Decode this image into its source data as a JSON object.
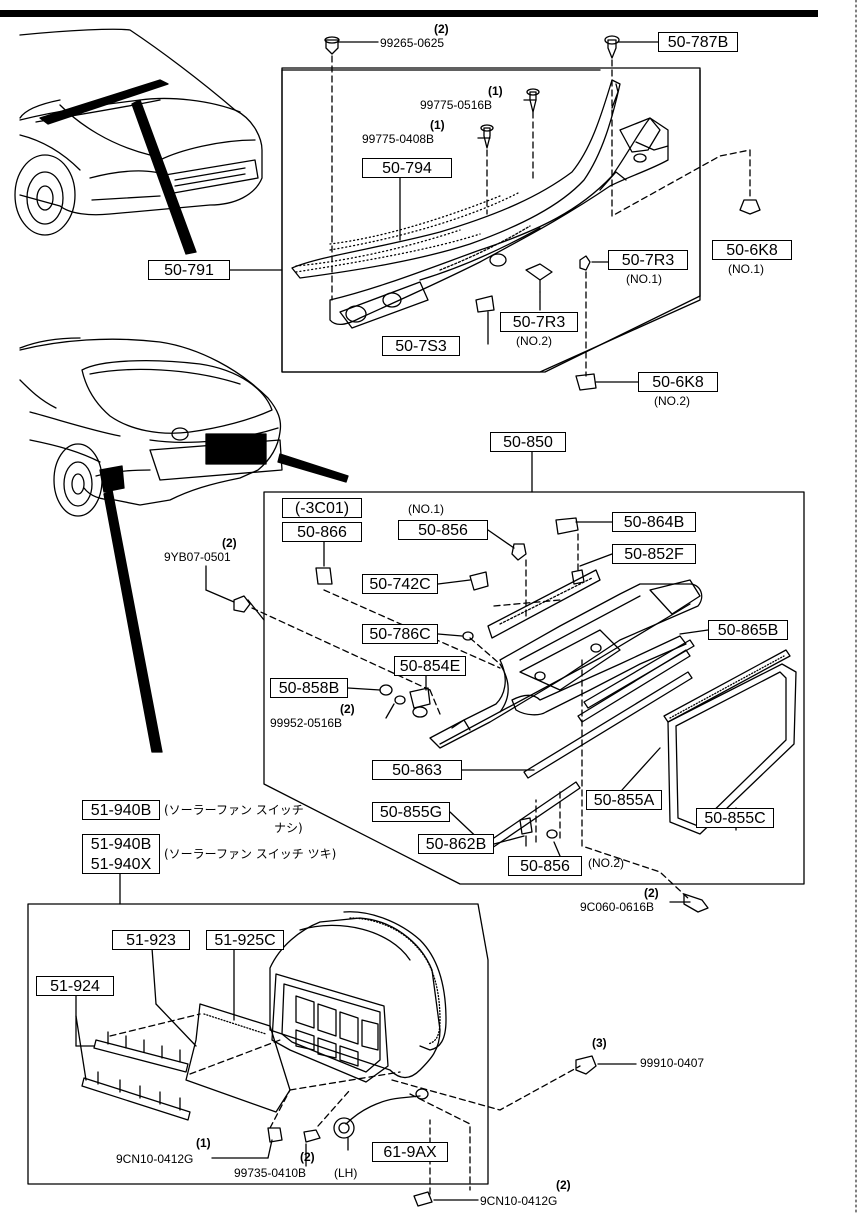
{
  "colors": {
    "ink": "#000000",
    "paper": "#ffffff"
  },
  "parts": {
    "p_50_787B": "50-787B",
    "p_50_794": "50-794",
    "p_50_791": "50-791",
    "p_50_6K8_a": "50-6K8",
    "p_50_7R3_a": "50-7R3",
    "p_50_7R3_b": "50-7R3",
    "p_50_7S3": "50-7S3",
    "p_50_6K8_b": "50-6K8",
    "p_50_850": "50-850",
    "p_3C01": "(-3C01)",
    "p_50_866": "50-866",
    "p_50_856_a": "50-856",
    "p_50_864B": "50-864B",
    "p_50_852F": "50-852F",
    "p_50_742C": "50-742C",
    "p_50_786C": "50-786C",
    "p_50_865B": "50-865B",
    "p_50_854E": "50-854E",
    "p_50_858B": "50-858B",
    "p_50_863": "50-863",
    "p_50_855A": "50-855A",
    "p_50_855C": "50-855C",
    "p_50_855G": "50-855G",
    "p_50_862B": "50-862B",
    "p_50_856_b": "50-856",
    "p_51_940B_a": "51-940B",
    "p_51_940B_b": "51-940B",
    "p_51_940X": "51-940X",
    "p_51_923": "51-923",
    "p_51_925C": "51-925C",
    "p_51_924": "51-924",
    "p_61_9AX": "61-9AX"
  },
  "labels": {
    "l_99265": "99265-0625",
    "l_99775_0516": "99775-0516B",
    "l_99775_0408": "99775-0408B",
    "l_9YB07": "9YB07-0501",
    "l_99952": "99952-0516B",
    "l_9C060": "9C060-0616B",
    "l_99910": "99910-0407",
    "l_9CN10_a": "9CN10-0412G",
    "l_99735": "99735-0410B",
    "l_9CN10_b": "9CN10-0412G",
    "l_lh": "(LH)"
  },
  "qty": {
    "q_99265": "(2)",
    "q_99775_0516": "(1)",
    "q_99775_0408": "(1)",
    "q_9YB07": "(2)",
    "q_99952": "(2)",
    "q_9C060": "(2)",
    "q_99910": "(3)",
    "q_9CN10_a": "(1)",
    "q_99735": "(2)",
    "q_9CN10_b": "(2)"
  },
  "notes": {
    "no1_a": "(NO.1)",
    "no2_a": "(NO.2)",
    "no2_b": "(NO.2)",
    "no1_b": "(NO.1)",
    "no1_c": "(NO.1)",
    "no2_c": "(NO.2)",
    "jp_solar_without_1": "(ソーラーファン スイッチ",
    "jp_solar_without_2": "ナシ)",
    "jp_solar_with": "(ソーラーファン スイッチ ツキ)"
  }
}
